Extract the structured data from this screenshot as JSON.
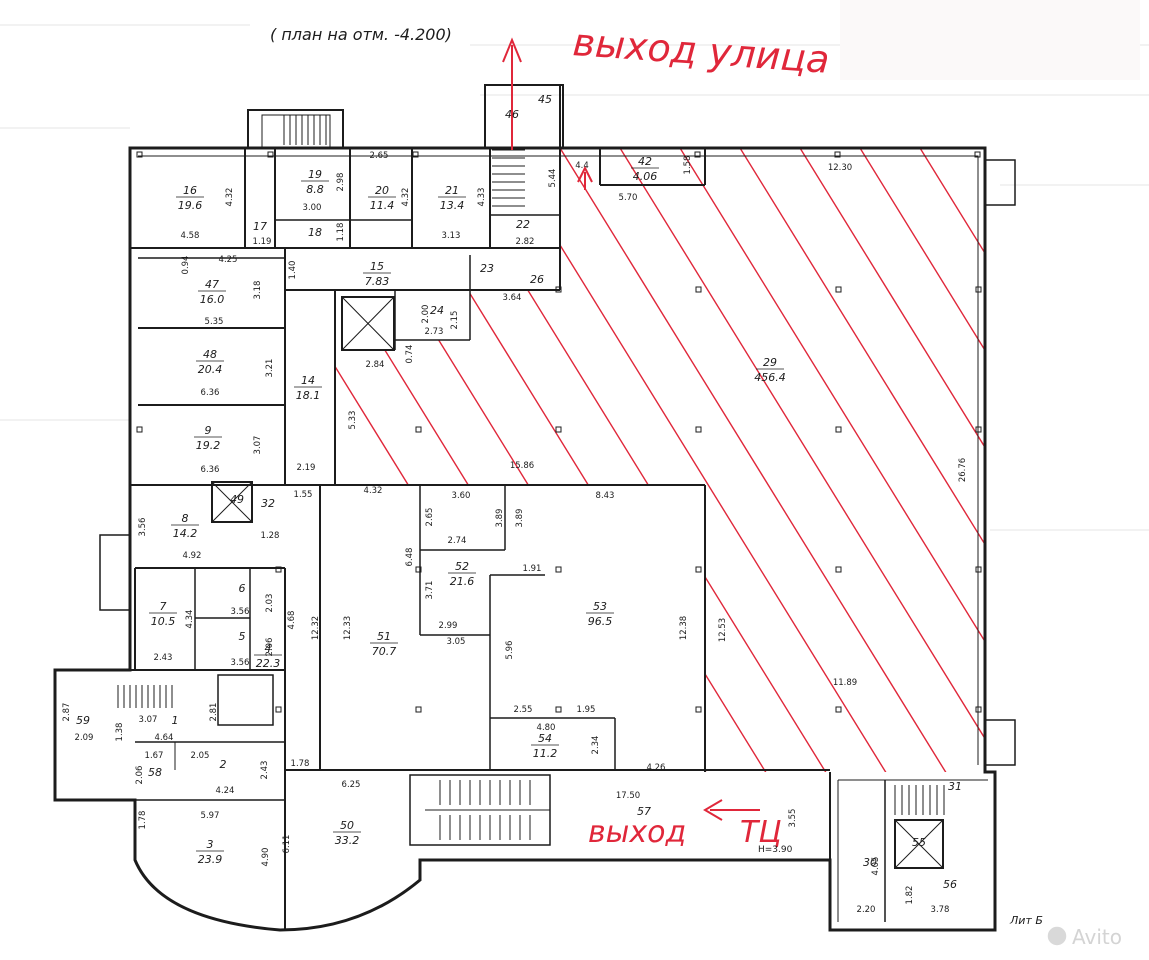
{
  "header": {
    "plan_title": "( план на отм. -4.200)",
    "exit_street_label": "выход улица",
    "exit_label": "выход",
    "exit_tc_label": "ТЦ",
    "lit_label": "Лит Б",
    "watermark": "Avito",
    "height_note": "H=3.90"
  },
  "colors": {
    "ink": "#1c1c1c",
    "annotation": "#e0273a",
    "paper": "#ffffff"
  },
  "rooms": [
    {
      "id": "room-16",
      "num": "16",
      "area": "19.6"
    },
    {
      "id": "room-17",
      "num": "17",
      "area": ""
    },
    {
      "id": "room-18",
      "num": "18",
      "area": ""
    },
    {
      "id": "room-19",
      "num": "19",
      "area": "8.8"
    },
    {
      "id": "room-20",
      "num": "20",
      "area": "11.4"
    },
    {
      "id": "room-21",
      "num": "21",
      "area": "13.4"
    },
    {
      "id": "room-22",
      "num": "22",
      "area": ""
    },
    {
      "id": "room-23",
      "num": "23",
      "area": ""
    },
    {
      "id": "room-24",
      "num": "24",
      "area": ""
    },
    {
      "id": "room-26",
      "num": "26",
      "area": ""
    },
    {
      "id": "room-45",
      "num": "45",
      "area": ""
    },
    {
      "id": "room-46",
      "num": "46",
      "area": ""
    },
    {
      "id": "room-42",
      "num": "42",
      "area": "4.06"
    },
    {
      "id": "room-15",
      "num": "15",
      "area": "7.83"
    },
    {
      "id": "room-47",
      "num": "47",
      "area": "16.0"
    },
    {
      "id": "room-48",
      "num": "48",
      "area": "20.4"
    },
    {
      "id": "room-14",
      "num": "14",
      "area": "18.1"
    },
    {
      "id": "room-9",
      "num": "9",
      "area": "19.2"
    },
    {
      "id": "room-29",
      "num": "29",
      "area": "456.4"
    },
    {
      "id": "room-8",
      "num": "8",
      "area": "14.2"
    },
    {
      "id": "room-32",
      "num": "32",
      "area": ""
    },
    {
      "id": "room-49",
      "num": "49",
      "area": ""
    },
    {
      "id": "room-52",
      "num": "52",
      "area": "21.6"
    },
    {
      "id": "room-53",
      "num": "53",
      "area": "96.5"
    },
    {
      "id": "room-51",
      "num": "51",
      "area": "70.7"
    },
    {
      "id": "room-7",
      "num": "7",
      "area": "10.5"
    },
    {
      "id": "room-6",
      "num": "6",
      "area": ""
    },
    {
      "id": "room-5",
      "num": "5",
      "area": ""
    },
    {
      "id": "room-4",
      "num": "4",
      "area": "22.3"
    },
    {
      "id": "room-59",
      "num": "59",
      "area": ""
    },
    {
      "id": "room-1",
      "num": "1",
      "area": ""
    },
    {
      "id": "room-54",
      "num": "54",
      "area": "11.2"
    },
    {
      "id": "room-58",
      "num": "58",
      "area": ""
    },
    {
      "id": "room-2",
      "num": "2",
      "area": ""
    },
    {
      "id": "room-57",
      "num": "57",
      "area": ""
    },
    {
      "id": "room-50",
      "num": "50",
      "area": "33.2"
    },
    {
      "id": "room-3",
      "num": "3",
      "area": "23.9"
    },
    {
      "id": "room-31",
      "num": "31",
      "area": ""
    },
    {
      "id": "room-55",
      "num": "55",
      "area": ""
    },
    {
      "id": "room-30",
      "num": "30",
      "area": ""
    },
    {
      "id": "room-56",
      "num": "56",
      "area": ""
    }
  ],
  "dimensions": [
    "4.32",
    "4.58",
    "1.19",
    "2.98",
    "3.00",
    "1.18",
    "2.65",
    "4.32",
    "4.33",
    "3.13",
    "2.82",
    "5.44",
    "4.4",
    "5.70",
    "1.58",
    "12.30",
    "0.94",
    "4.25",
    "3.18",
    "5.35",
    "1.40",
    "2.00",
    "2.15",
    "2.73",
    "3.64",
    "3.21",
    "6.36",
    "0.74",
    "2.84",
    "3.07",
    "6.36",
    "5.33",
    "2.19",
    "15.86",
    "26.76",
    "3.56",
    "1.55",
    "4.32",
    "3.60",
    "8.43",
    "1.28",
    "2.65",
    "3.89",
    "3.89",
    "4.92",
    "2.74",
    "6.48",
    "3.71",
    "1.91",
    "2.03",
    "4.68",
    "12.32",
    "12.33",
    "4.34",
    "3.56",
    "2.06",
    "12.38",
    "12.53",
    "2.99",
    "3.05",
    "5.96",
    "2.43",
    "3.56",
    "2.87",
    "1.38",
    "3.07",
    "2.81",
    "11.89",
    "2.09",
    "4.64",
    "2.55",
    "1.95",
    "4.80",
    "1.67",
    "2.05",
    "2.34",
    "2.06",
    "2.43",
    "1.78",
    "4.26",
    "4.24",
    "6.25",
    "17.50",
    "3.55",
    "1.78",
    "5.97",
    "6.11",
    "4.90",
    "4.05",
    "1.82",
    "2.20",
    "3.78"
  ]
}
